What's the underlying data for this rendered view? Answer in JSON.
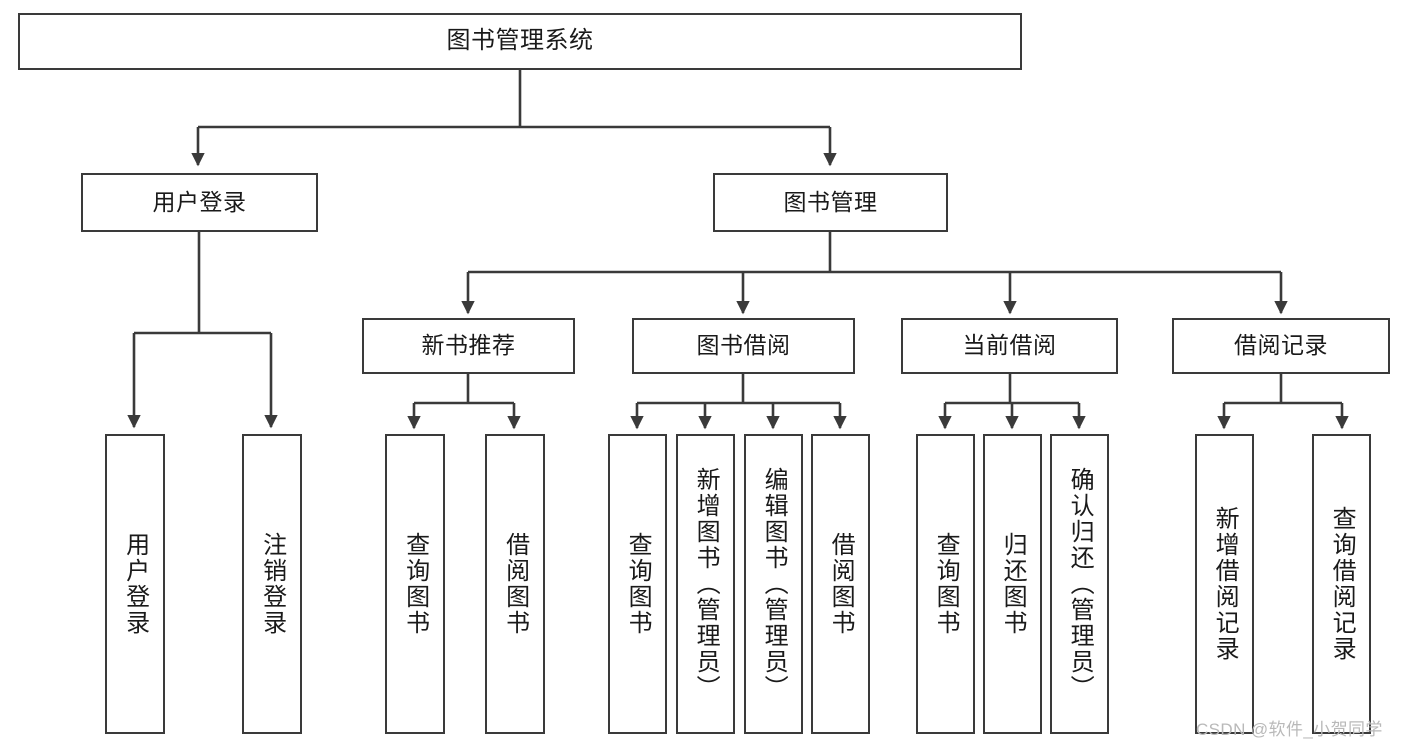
{
  "diagram": {
    "title": "图书管理系统",
    "watermark": "CSDN @软件_小贺同学",
    "line_color": "#3a3a3a",
    "box_fill": "#ffffff",
    "text_color": "#1a1a1a",
    "watermark_color": "#b9b9b9",
    "levels": {
      "level0": [
        {
          "id": "root",
          "label": "图书管理系统"
        }
      ],
      "level1": [
        {
          "id": "user-login",
          "label": "用户登录"
        },
        {
          "id": "book-management",
          "label": "图书管理"
        }
      ],
      "level2": [
        {
          "id": "new-book-recommend",
          "label": "新书推荐",
          "parent": "book-management"
        },
        {
          "id": "book-borrow",
          "label": "图书借阅",
          "parent": "book-management"
        },
        {
          "id": "current-borrow",
          "label": "当前借阅",
          "parent": "book-management"
        },
        {
          "id": "borrow-record",
          "label": "借阅记录",
          "parent": "book-management"
        }
      ],
      "level3": [
        {
          "id": "leaf-user-login",
          "label": "用户登录",
          "parent": "user-login"
        },
        {
          "id": "leaf-logout-login",
          "label": "注销登录",
          "parent": "user-login"
        },
        {
          "id": "leaf-query-book-1",
          "label": "查询图书",
          "parent": "new-book-recommend"
        },
        {
          "id": "leaf-borrow-book-1",
          "label": "借阅图书",
          "parent": "new-book-recommend"
        },
        {
          "id": "leaf-query-book-2",
          "label": "查询图书",
          "parent": "book-borrow"
        },
        {
          "id": "leaf-add-book",
          "label": "新增图书（管理员）",
          "parent": "book-borrow"
        },
        {
          "id": "leaf-edit-book",
          "label": "编辑图书（管理员）",
          "parent": "book-borrow"
        },
        {
          "id": "leaf-borrow-book-2",
          "label": "借阅图书",
          "parent": "book-borrow"
        },
        {
          "id": "leaf-query-book-3",
          "label": "查询图书",
          "parent": "current-borrow"
        },
        {
          "id": "leaf-return-book",
          "label": "归还图书",
          "parent": "current-borrow"
        },
        {
          "id": "leaf-confirm-return",
          "label": "确认归还（管理员）",
          "parent": "current-borrow"
        },
        {
          "id": "leaf-add-record",
          "label": "新增借阅记录",
          "parent": "borrow-record"
        },
        {
          "id": "leaf-query-record",
          "label": "查询借阅记录",
          "parent": "borrow-record"
        }
      ]
    }
  }
}
